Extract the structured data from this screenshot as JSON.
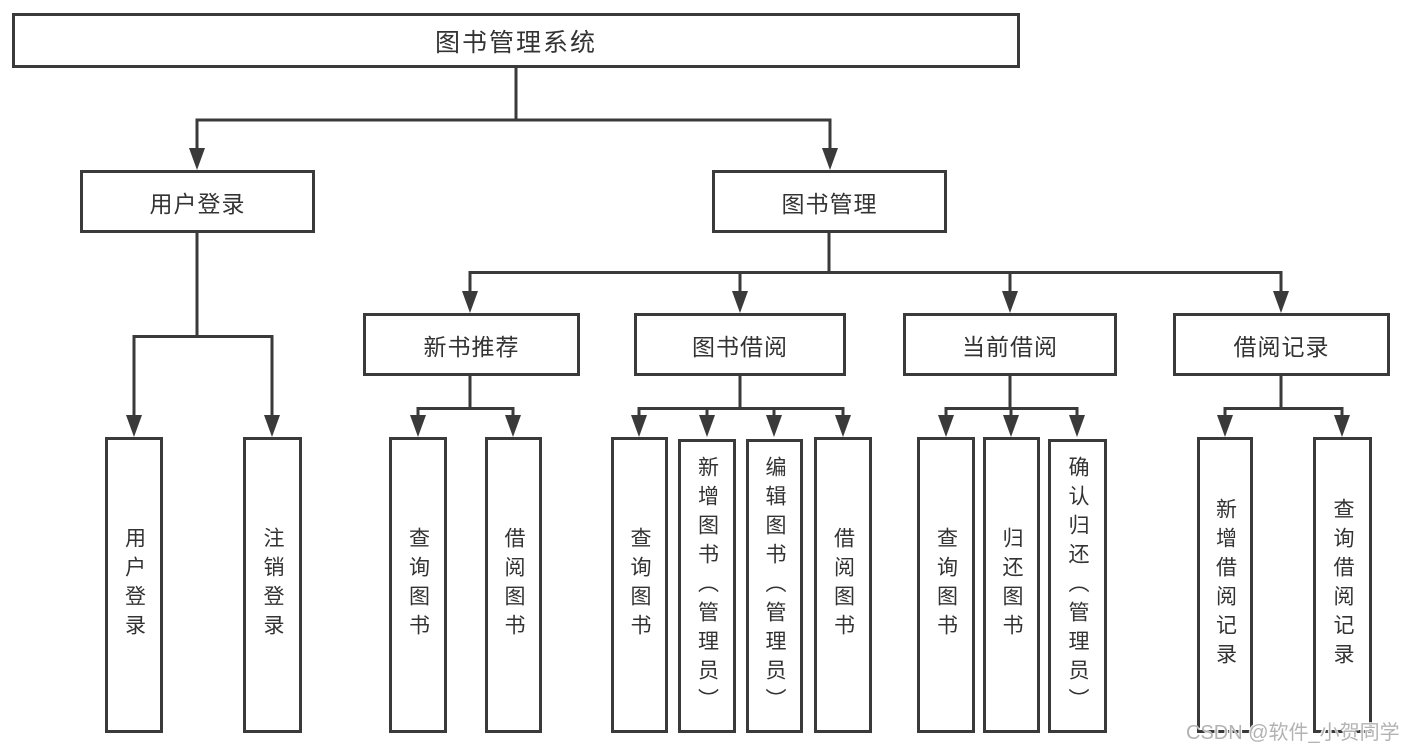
{
  "diagram": {
    "title": "图书管理系统",
    "nodes": {
      "root": {
        "label": "图书管理系统"
      },
      "level2": [
        {
          "label": "用户登录"
        },
        {
          "label": "图书管理"
        }
      ],
      "level3": [
        {
          "label": "新书推荐",
          "parent": "图书管理"
        },
        {
          "label": "图书借阅",
          "parent": "图书管理"
        },
        {
          "label": "当前借阅",
          "parent": "图书管理"
        },
        {
          "label": "借阅记录",
          "parent": "图书管理"
        }
      ],
      "leaves": [
        {
          "label": "用户登录",
          "parent": "用户登录"
        },
        {
          "label": "注销登录",
          "parent": "用户登录"
        },
        {
          "label": "查询图书",
          "parent": "新书推荐"
        },
        {
          "label": "借阅图书",
          "parent": "新书推荐"
        },
        {
          "label": "查询图书",
          "parent": "图书借阅"
        },
        {
          "label": "新增图书（管理员）",
          "parent": "图书借阅"
        },
        {
          "label": "编辑图书（管理员）",
          "parent": "图书借阅"
        },
        {
          "label": "借阅图书",
          "parent": "图书借阅"
        },
        {
          "label": "查询图书",
          "parent": "当前借阅"
        },
        {
          "label": "归还图书",
          "parent": "当前借阅"
        },
        {
          "label": "确认归还（管理员）",
          "parent": "当前借阅"
        },
        {
          "label": "新增借阅记录",
          "parent": "借阅记录"
        },
        {
          "label": "查询借阅记录",
          "parent": "借阅记录"
        }
      ]
    }
  },
  "watermark": {
    "text": "CSDN @软件_小贺同学"
  },
  "colors": {
    "line": "#3a3a3a",
    "text": "#333333",
    "background": "#ffffff",
    "watermark_gray": "#b3b3b3"
  }
}
